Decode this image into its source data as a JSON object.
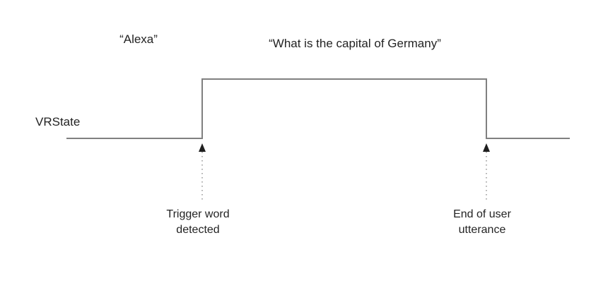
{
  "figure": {
    "background_color": "#ffffff",
    "line_color": "#808080",
    "text_color": "#232323",
    "dotted_color": "#9a9a9a"
  },
  "captions": [
    {
      "id": "trigger-word",
      "text": "“Alexa”"
    },
    {
      "id": "user-query",
      "text": "“What is the capital of Germany”"
    }
  ],
  "signal": {
    "label": "VRState",
    "low_level": 0,
    "high_level": 1
  },
  "events": [
    {
      "id": "trigger",
      "line1": "Trigger word",
      "line2": "detected",
      "marker": "up-arrow-icon"
    },
    {
      "id": "end",
      "line1": "End of user",
      "line2": "utterance",
      "marker": "up-arrow-icon"
    }
  ],
  "chart_data": {
    "type": "line",
    "title": "",
    "xlabel": "",
    "ylabel": "VRState",
    "series": [
      {
        "name": "VRState",
        "step": true,
        "x": [
          95,
          286,
          286,
          688,
          688,
          805
        ],
        "values": [
          0,
          0,
          1,
          1,
          0,
          0
        ]
      }
    ],
    "ylim": [
      0,
      1
    ],
    "ytick_labels": [],
    "xtick_labels": [],
    "grid": false,
    "legend": "none",
    "annotations": [
      {
        "x": 286,
        "label": "Trigger word detected",
        "type": "up-arrow-with-dotted-leader"
      },
      {
        "x": 688,
        "label": "End of user utterance",
        "type": "up-arrow-with-dotted-leader"
      },
      {
        "x": 196,
        "label": "“Alexa”",
        "type": "caption"
      },
      {
        "x": 502,
        "label": "“What is the capital of Germany”",
        "type": "caption"
      }
    ]
  }
}
